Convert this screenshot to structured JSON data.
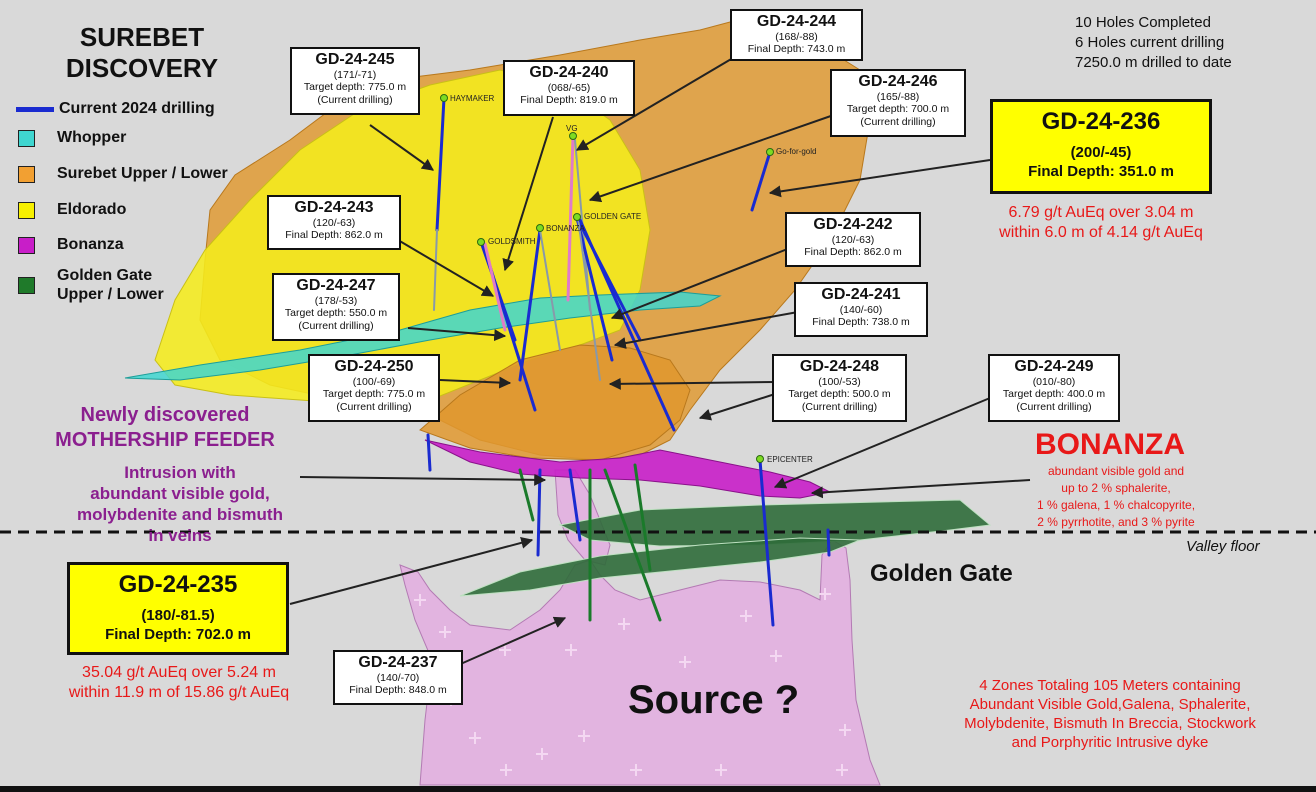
{
  "title": {
    "line1": "SUREBET",
    "line2": "DISCOVERY"
  },
  "legend": [
    {
      "label": "Current 2024 drilling",
      "kind": "line",
      "color": "#1a2bd0"
    },
    {
      "label": "Whopper",
      "kind": "swatch",
      "color": "#3fd6d0"
    },
    {
      "label": "Surebet Upper / Lower",
      "kind": "swatch",
      "color": "#f2a032"
    },
    {
      "label": "Eldorado",
      "kind": "swatch",
      "color": "#f7f000"
    },
    {
      "label": "Bonanza",
      "kind": "swatch",
      "color": "#c81ec8"
    },
    {
      "label": "Golden Gate",
      "label2": "Upper / Lower",
      "kind": "swatch",
      "color": "#1f7a2a"
    }
  ],
  "stats": [
    "10 Holes Completed",
    "6 Holes current drilling",
    "7250.0 m drilled to date"
  ],
  "holes": {
    "h245": {
      "name": "GD-24-245",
      "azimuth": "(171/-71)",
      "depth": "Target depth: 775.0 m",
      "status": "(Current drilling)"
    },
    "h240": {
      "name": "GD-24-240",
      "azimuth": "(068/-65)",
      "depth": "Final Depth: 819.0 m"
    },
    "h244": {
      "name": "GD-24-244",
      "azimuth": "(168/-88)",
      "depth": "Final Depth: 743.0 m"
    },
    "h246": {
      "name": "GD-24-246",
      "azimuth": "(165/-88)",
      "depth": "Target depth: 700.0 m",
      "status": "(Current drilling)"
    },
    "h243": {
      "name": "GD-24-243",
      "azimuth": "(120/-63)",
      "depth": "Final Depth: 862.0 m"
    },
    "h242": {
      "name": "GD-24-242",
      "azimuth": "(120/-63)",
      "depth": "Final Depth: 862.0 m"
    },
    "h247": {
      "name": "GD-24-247",
      "azimuth": "(178/-53)",
      "depth": "Target depth: 550.0 m",
      "status": "(Current drilling)"
    },
    "h241": {
      "name": "GD-24-241",
      "azimuth": "(140/-60)",
      "depth": "Final Depth: 738.0 m"
    },
    "h250": {
      "name": "GD-24-250",
      "azimuth": "(100/-69)",
      "depth": "Target depth: 775.0 m",
      "status": "(Current drilling)"
    },
    "h248": {
      "name": "GD-24-248",
      "azimuth": "(100/-53)",
      "depth": "Target depth: 500.0 m",
      "status": "(Current drilling)"
    },
    "h249": {
      "name": "GD-24-249",
      "azimuth": "(010/-80)",
      "depth": "Target depth: 400.0 m",
      "status": "(Current drilling)"
    },
    "h237": {
      "name": "GD-24-237",
      "azimuth": "(140/-70)",
      "depth": "Final Depth: 848.0 m"
    },
    "h236": {
      "name": "GD-24-236",
      "azimuth": "(200/-45)",
      "depth": "Final Depth: 351.0 m",
      "result1": "6.79 g/t AuEq over 3.04 m",
      "result2": "within 6.0 m of 4.14 g/t AuEq"
    },
    "h235": {
      "name": "GD-24-235",
      "azimuth": "(180/-81.5)",
      "depth": "Final Depth: 702.0 m",
      "result1": "35.04 g/t AuEq over 5.24 m",
      "result2": "within 11.9 m of 15.86 g/t AuEq"
    }
  },
  "collars": {
    "haymaker": "HAYMAKER",
    "vg": "VG",
    "goforgold": "Go-for-gold",
    "goldengate": "GOLDEN GATE",
    "goldsmith": "GOLDSMITH",
    "bonanza": "BONANZA",
    "epicenter": "EPICENTER"
  },
  "mothership": {
    "line1": "Newly discovered",
    "line2": "MOTHERSHIP FEEDER",
    "line3": "Intrusion with",
    "line4": "abundant visible gold,",
    "line5": "molybdenite and bismuth",
    "line6": "in veins"
  },
  "bonanza": {
    "title": "BONANZA",
    "line1": "abundant visible gold and",
    "line2": "up to 2 % sphalerite,",
    "line3": "1 % galena, 1 % chalcopyrite,",
    "line4": "2 % pyrrhotite, and 3 % pyrite"
  },
  "labels": {
    "valley": "Valley floor",
    "golden_gate": "Golden Gate",
    "source": "Source ?"
  },
  "zones": {
    "line1": "4 Zones Totaling 105 Meters containing",
    "line2": "Abundant Visible Gold,Galena, Sphalerite,",
    "line3": "Molybdenite, Bismuth In Breccia, Stockwork",
    "line4": "and Porphyritic Intrusive dyke"
  }
}
